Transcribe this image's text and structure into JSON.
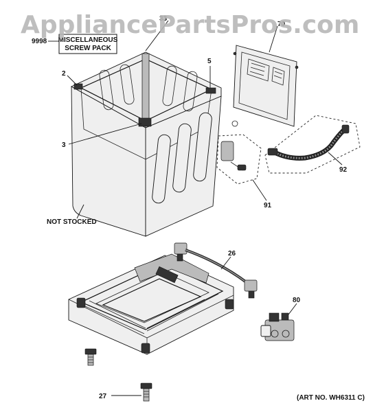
{
  "watermark": "AppliancePartsPros.com",
  "misc_box": {
    "line1": "MISCELLANEOUS",
    "line2": "SCREW PACK"
  },
  "labels": {
    "p9998": "9998",
    "p33": "33",
    "p70": "70",
    "p2": "2",
    "p5": "5",
    "p3": "3",
    "p92": "92",
    "p91": "91",
    "not_stocked": "NOT STOCKED",
    "p26": "26",
    "p80": "80",
    "p27": "27"
  },
  "art_no": "(ART NO. WH6311 C)"
}
